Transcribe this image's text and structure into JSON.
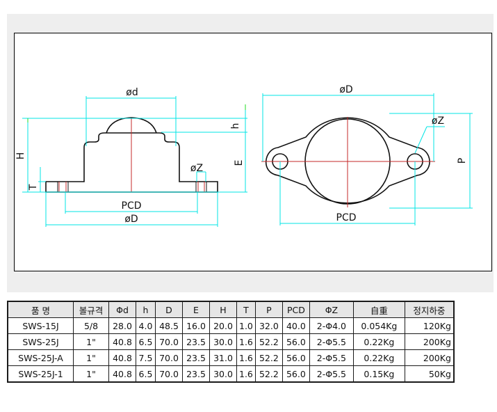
{
  "drawing": {
    "side_view_labels": {
      "phi_d": "ød",
      "h": "h",
      "H": "H",
      "T": "T",
      "E": "E",
      "phi_Z": "øZ",
      "PCD": "PCD",
      "phi_D": "øD"
    },
    "top_view_labels": {
      "phi_D": "øD",
      "phi_Z": "øZ",
      "P": "P",
      "PCD": "PCD"
    },
    "colors": {
      "dimension": "#00e5e5",
      "extension": "#22dd22",
      "outline": "#111111",
      "centerline": "#c62828",
      "frame": "#000000"
    }
  },
  "table": {
    "headers": [
      "품 명",
      "볼규격",
      "Φd",
      "h",
      "D",
      "E",
      "H",
      "T",
      "P",
      "PCD",
      "ΦZ",
      "自重",
      "정지하중"
    ],
    "rows": [
      [
        "SWS-15J",
        "5/8",
        "28.0",
        "4.0",
        "48.5",
        "16.0",
        "20.0",
        "1.0",
        "32.0",
        "40.0",
        "2-Φ4.0",
        "0.054Kg",
        "120Kg"
      ],
      [
        "SWS-25J",
        "1\"",
        "40.8",
        "6.5",
        "70.0",
        "23.5",
        "30.0",
        "1.6",
        "52.2",
        "56.0",
        "2-Φ5.5",
        "0.22Kg",
        "200Kg"
      ],
      [
        "SWS-25J-A",
        "1\"",
        "40.8",
        "7.5",
        "70.0",
        "23.5",
        "31.0",
        "1.6",
        "52.2",
        "56.0",
        "2-Φ5.5",
        "0.22Kg",
        "200Kg"
      ],
      [
        "SWS-25J-1",
        "1\"",
        "40.8",
        "6.5",
        "70.0",
        "23.5",
        "30.0",
        "1.6",
        "52.2",
        "56.0",
        "2-Φ5.5",
        "0.15Kg",
        "50Kg"
      ]
    ]
  }
}
